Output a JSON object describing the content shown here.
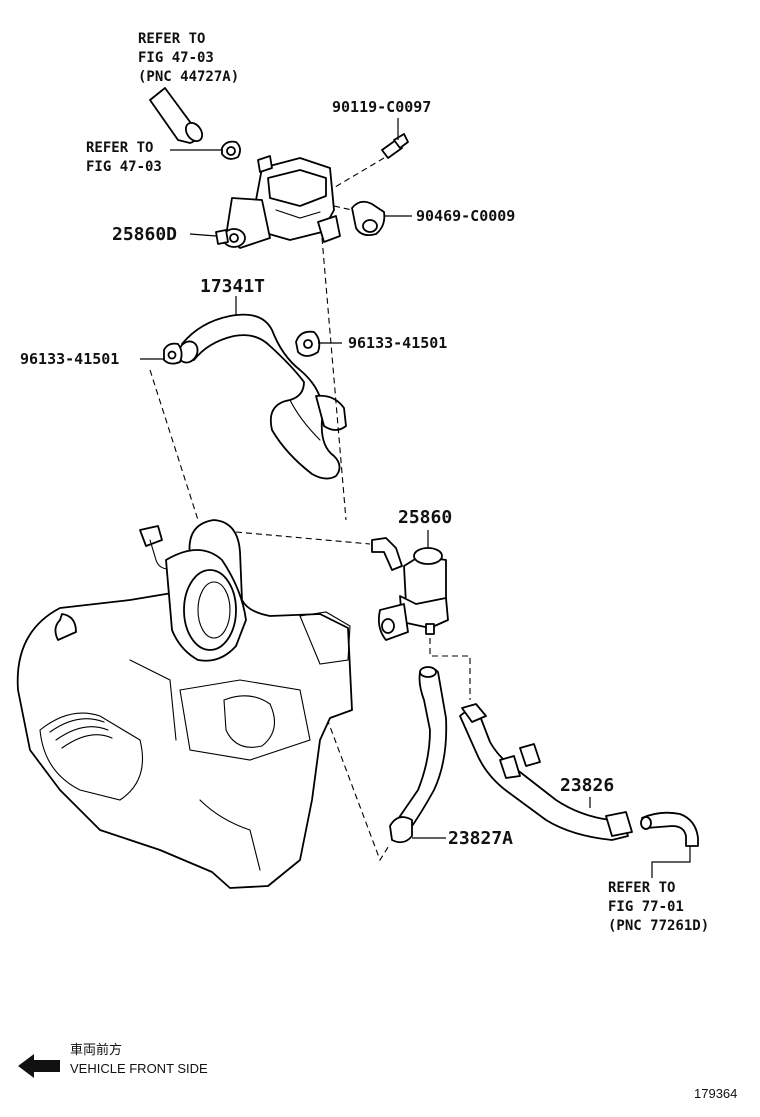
{
  "refs": {
    "top": [
      "REFER TO",
      "FIG 47-03",
      "(PNC 44727A)"
    ],
    "left": [
      "REFER TO",
      "FIG 47-03"
    ],
    "bottom_right": [
      "REFER TO",
      "FIG 77-01",
      "(PNC 77261D)"
    ]
  },
  "parts": {
    "bolt": "90119-C0097",
    "clip_right": "90469-C0009",
    "vsv_upper": "25860D",
    "hose_upper": "17341T",
    "clamp_left": "96133-41501",
    "clamp_right": "96133-41501",
    "vsv_lower": "25860",
    "hose_right": "23826",
    "hose_lower": "23827A"
  },
  "legend": {
    "jp": "車両前方",
    "en": "VEHICLE FRONT SIDE"
  },
  "figure_id": "179364"
}
